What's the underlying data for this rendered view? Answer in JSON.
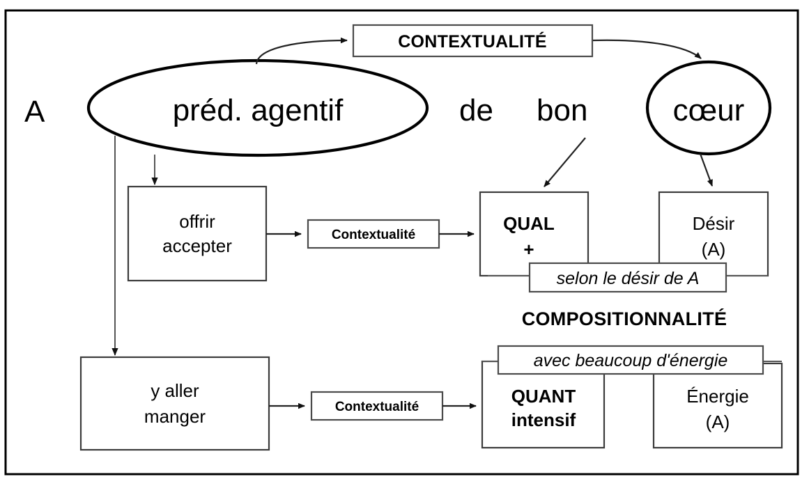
{
  "figure": {
    "title_text_line": "A préd. agentif de bon cœur",
    "sentence": {
      "subject": "A",
      "predicate_ellipse": "préd. agentif",
      "preposition": "de",
      "modifier": "bon",
      "noun_ellipse": "cœur"
    },
    "top_label_box": "CONTEXTUALITÉ",
    "section_label": "COMPOSITIONNALITÉ",
    "nodes": [
      {
        "id": "offrir",
        "lines": [
          "offrir",
          "accepter"
        ],
        "style": "plain"
      },
      {
        "id": "ctx-upper",
        "lines": [
          "Contextualité"
        ],
        "style": "small-bold"
      },
      {
        "id": "qual",
        "lines": [
          "QUAL",
          "+"
        ],
        "style": "bold"
      },
      {
        "id": "desir",
        "lines": [
          "Désir",
          "(A)"
        ],
        "style": "plain"
      },
      {
        "id": "selon",
        "lines": [
          "selon le désir de A"
        ],
        "style": "italic"
      },
      {
        "id": "yaller",
        "lines": [
          "y aller",
          "manger"
        ],
        "style": "plain"
      },
      {
        "id": "ctx-lower",
        "lines": [
          "Contextualité"
        ],
        "style": "small-bold"
      },
      {
        "id": "quant",
        "lines": [
          "QUANT",
          "intensif"
        ],
        "style": "bold"
      },
      {
        "id": "energie",
        "lines": [
          "Énergie",
          "(A)"
        ],
        "style": "plain"
      },
      {
        "id": "avec",
        "lines": [
          "avec beaucoup d'énergie"
        ],
        "style": "italic"
      }
    ],
    "text": {
      "offrir_l1": "offrir",
      "offrir_l2": "accepter",
      "ctx_upper": "Contextualité",
      "qual_l1": "QUAL",
      "qual_l2": "+",
      "desir_l1": "Désir",
      "desir_l2": "(A)",
      "selon": "selon le désir de A",
      "yaller_l1": "y aller",
      "yaller_l2": "manger",
      "ctx_lower": "Contextualité",
      "quant_l1": "QUANT",
      "quant_l2": "intensif",
      "energie_l1": "Énergie",
      "energie_l2": "(A)",
      "avec": "avec beaucoup d'énergie"
    },
    "colors": {
      "background": "#ffffff",
      "frame_stroke": "#000000",
      "box_stroke": "#3b3b3b",
      "text": "#000000",
      "connector": "#222222"
    }
  }
}
